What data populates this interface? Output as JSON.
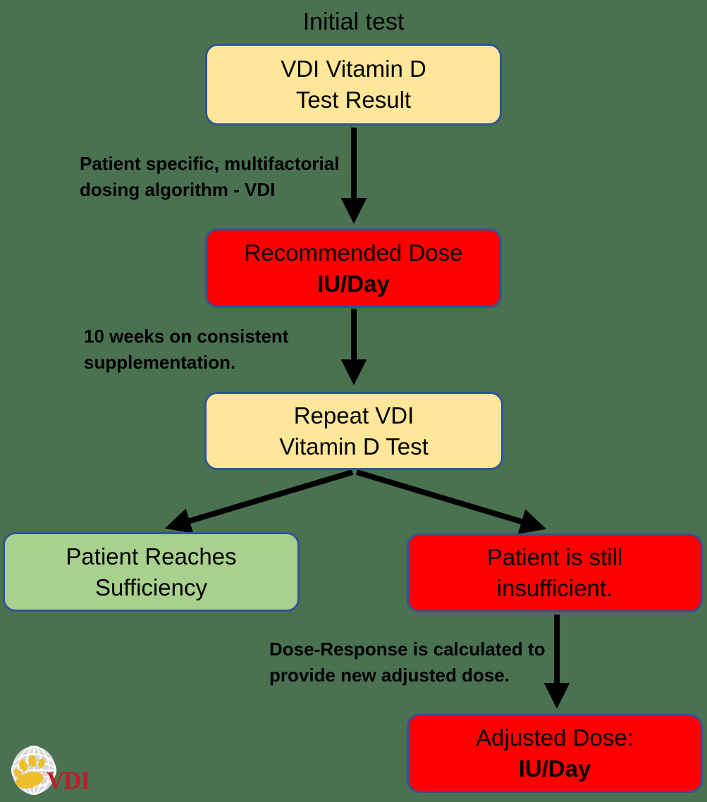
{
  "title": "Initial test",
  "colors": {
    "background": "#4A7150",
    "box_yellow": "#FFE699",
    "box_red": "#FF0000",
    "box_green": "#A9D18E",
    "border_blue": "#2F5597",
    "arrow_black": "#000000",
    "logo_text_red": "#BE1E27",
    "logo_globe_gray": "#D7D7D7",
    "logo_paw_gold": "#EFBF2B"
  },
  "nodes": {
    "initial_result": {
      "line1": "VDI Vitamin D",
      "line2": "Test Result"
    },
    "recommended_dose": {
      "line1": "Recommended Dose",
      "line2": "IU/Day"
    },
    "repeat_test": {
      "line1": "Repeat VDI",
      "line2": "Vitamin D Test"
    },
    "sufficiency": {
      "line1": "Patient Reaches",
      "line2": "Sufficiency"
    },
    "insufficient": {
      "line1": "Patient is still",
      "line2": "insufficient."
    },
    "adjusted_dose": {
      "line1": "Adjusted Dose:",
      "line2": "IU/Day"
    }
  },
  "edge_labels": {
    "dosing_algorithm": {
      "line1": "Patient specific, multifactorial",
      "line2": "dosing algorithm - VDI"
    },
    "ten_weeks": {
      "line1": "10 weeks on consistent",
      "line2": "supplementation."
    },
    "dose_response": {
      "line1": "Dose-Response is calculated to",
      "line2": "provide new adjusted dose."
    }
  },
  "logo": {
    "text": "VDI"
  }
}
